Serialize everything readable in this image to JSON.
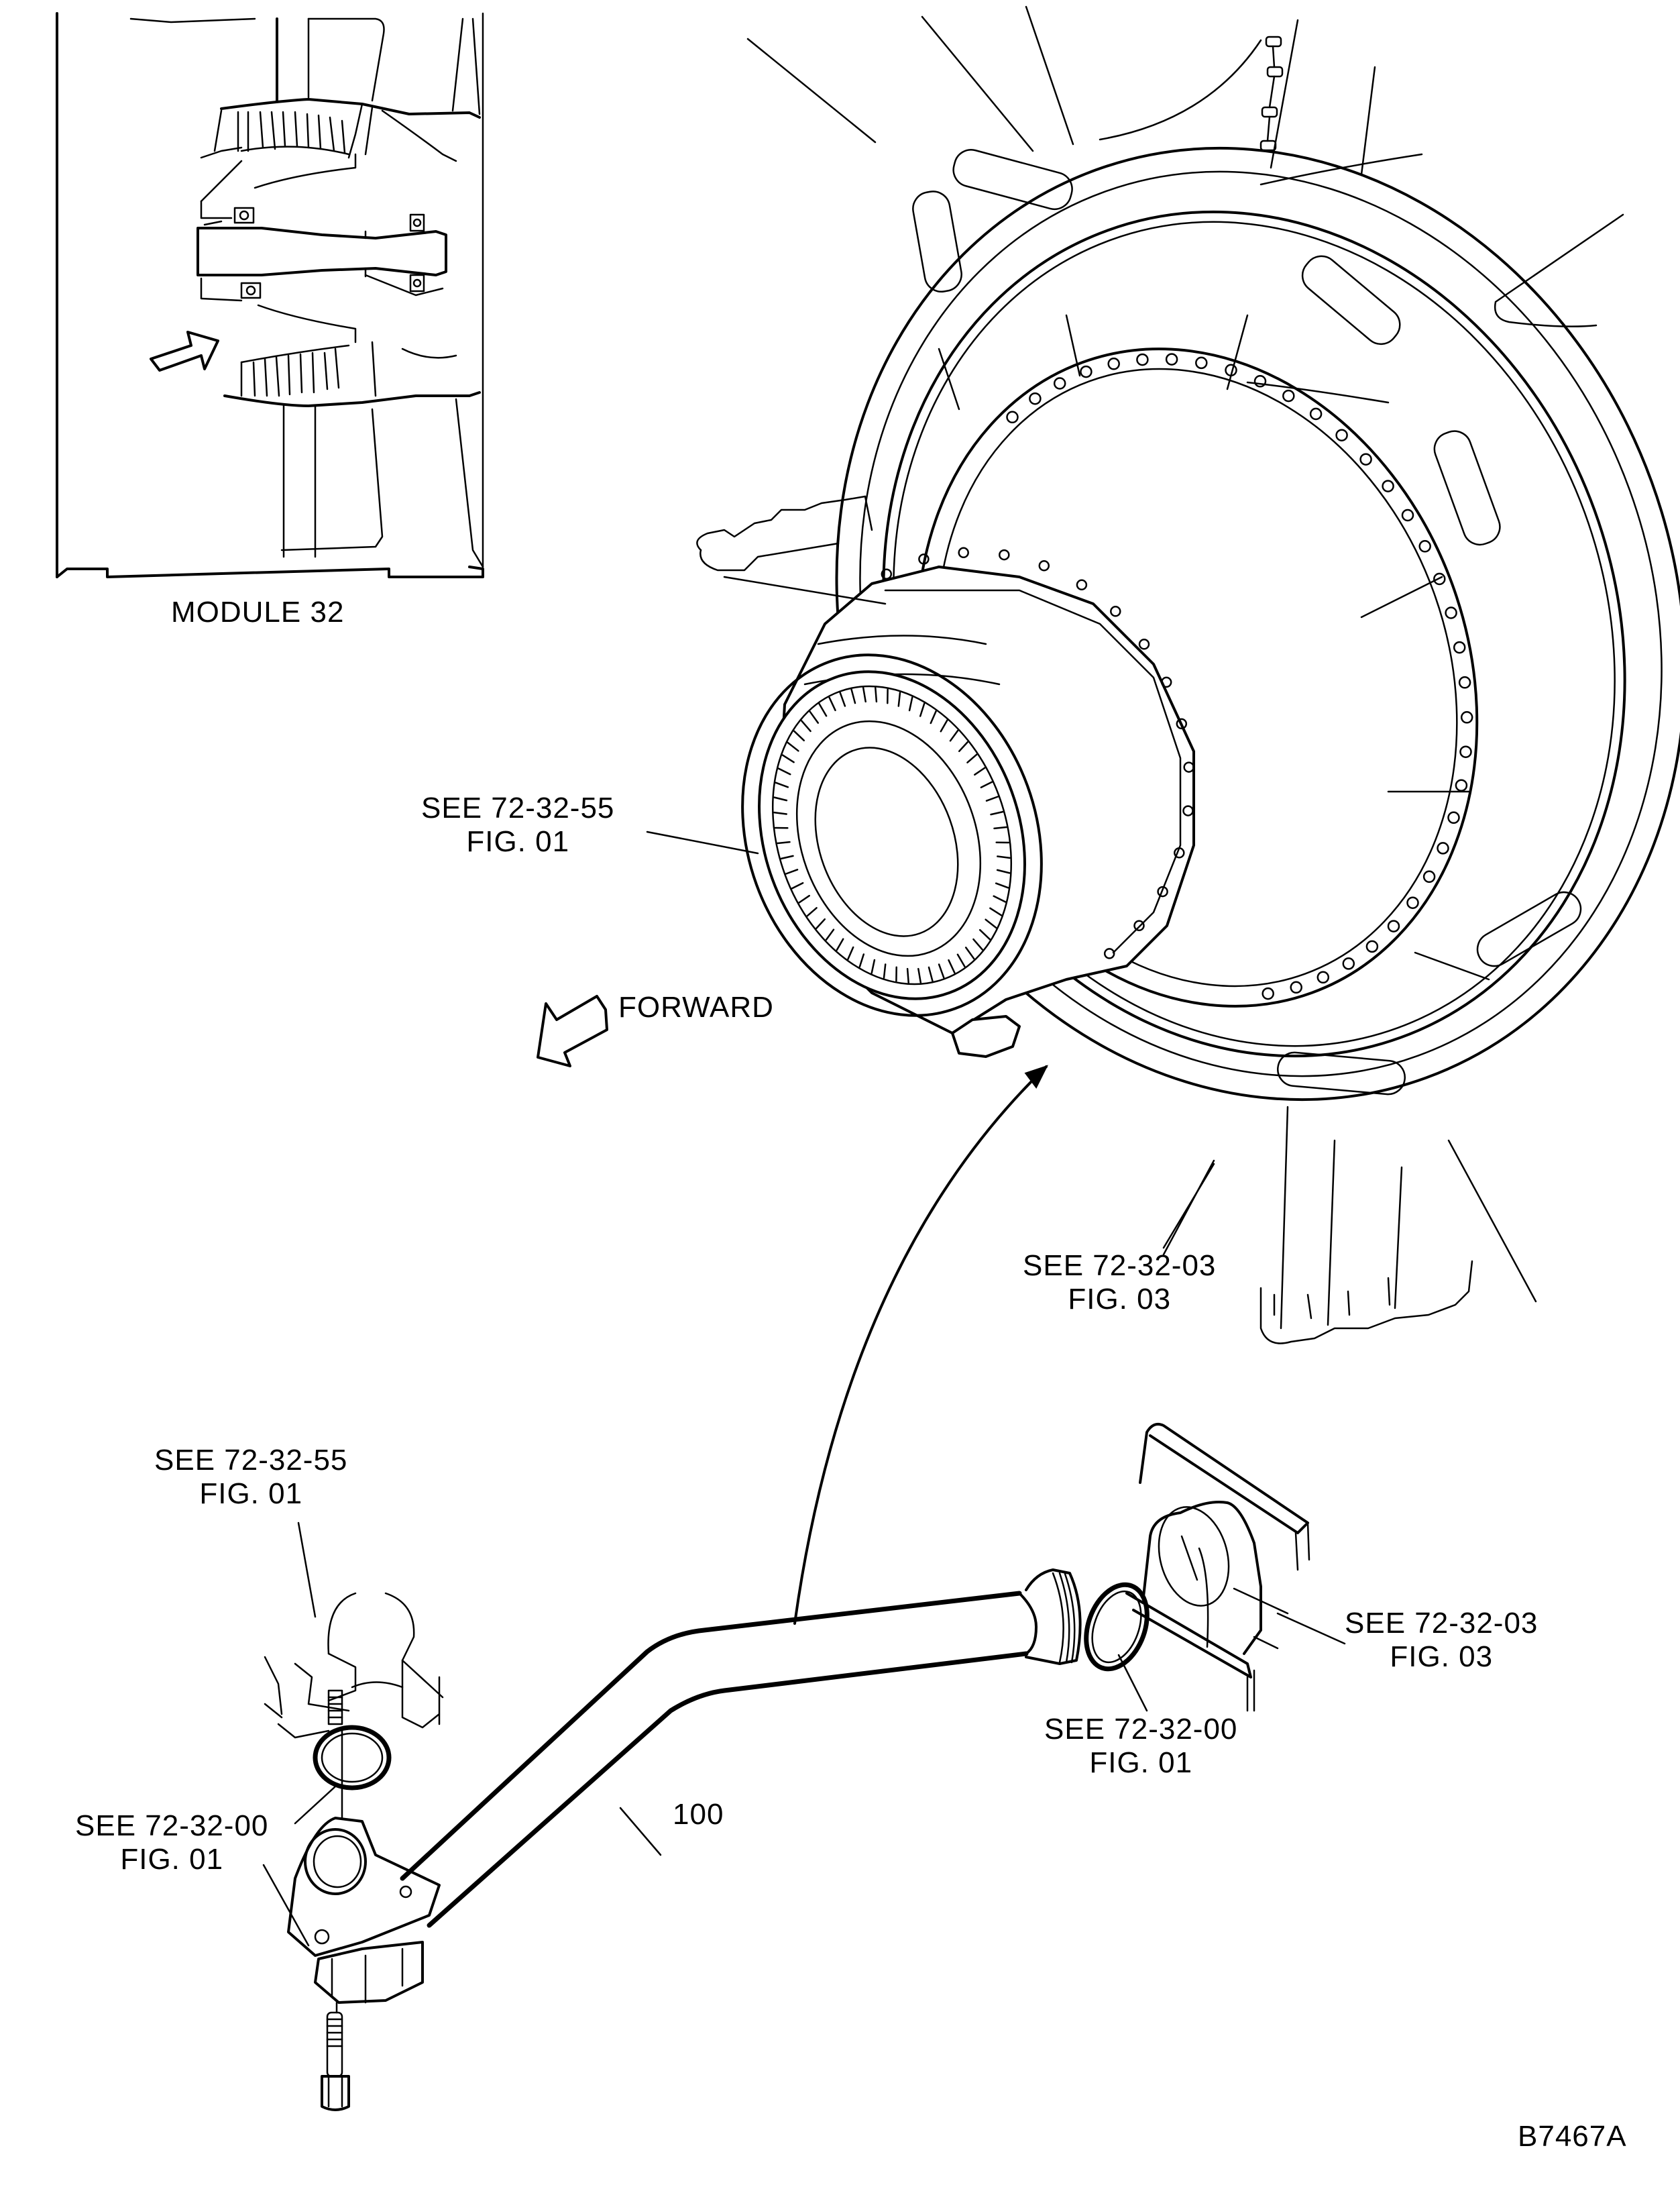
{
  "figure": {
    "drawing_number": "B7467A",
    "inset": {
      "title": "MODULE 32",
      "arrow_icon": "locator-arrow-icon"
    },
    "direction_indicator": {
      "label": "FORWARD",
      "icon": "forward-arrow-icon"
    },
    "callouts": [
      {
        "id": "engine-bearing-housing",
        "line1": "SEE 72-32-55",
        "line2": "FIG. 01"
      },
      {
        "id": "engine-frame",
        "line1": "SEE 72-32-03",
        "line2": "FIG. 03"
      },
      {
        "id": "upper-left-fitting",
        "line1": "SEE 72-32-55",
        "line2": "FIG. 01"
      },
      {
        "id": "right-bracket",
        "line1": "SEE 72-32-03",
        "line2": "FIG. 03"
      },
      {
        "id": "right-packing",
        "line1": "SEE 72-32-00",
        "line2": "FIG. 01"
      },
      {
        "id": "left-packing",
        "line1": "SEE 72-32-00",
        "line2": "FIG. 01"
      }
    ],
    "item_numbers": [
      {
        "id": "tube",
        "label": "100"
      }
    ],
    "colors": {
      "ink": "#000000",
      "paper": "#ffffff"
    }
  }
}
